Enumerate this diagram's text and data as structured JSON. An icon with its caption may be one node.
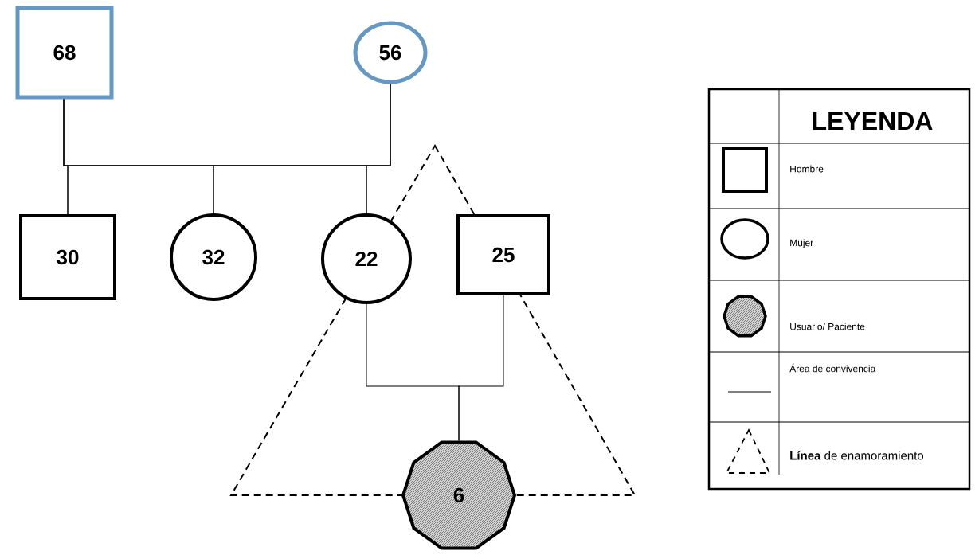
{
  "diagram": {
    "nodes": [
      {
        "text": [
          "68"
        ]
      },
      {
        "text": [
          "56"
        ]
      },
      {
        "text": [
          "30"
        ]
      },
      {
        "text": [
          "32"
        ]
      },
      {
        "text": [
          "22"
        ]
      },
      {
        "text": [
          "25"
        ]
      },
      {
        "text": [
          "6"
        ]
      }
    ],
    "edges": [
      {
        "from": 0,
        "to": 2,
        "arrow": "none"
      },
      {
        "from": 0,
        "to": 3,
        "arrow": "none"
      },
      {
        "from": 0,
        "to": 4,
        "arrow": "none"
      },
      {
        "from": 1,
        "to": 2,
        "arrow": "none"
      },
      {
        "from": 1,
        "to": 3,
        "arrow": "none"
      },
      {
        "from": 1,
        "to": 4,
        "arrow": "none"
      },
      {
        "from": 4,
        "to": 6,
        "arrow": "none"
      },
      {
        "from": 5,
        "to": 6,
        "arrow": "none"
      }
    ],
    "labels": [
      "LEYENDA"
    ],
    "legend": [
      {
        "text": "Hombre"
      },
      {
        "text": "Mujer"
      },
      {
        "text": "Usuario/ Paciente"
      },
      {
        "text": "Área de convivencia"
      },
      {
        "text": "**Línea** de enamoramiento"
      }
    ]
  }
}
